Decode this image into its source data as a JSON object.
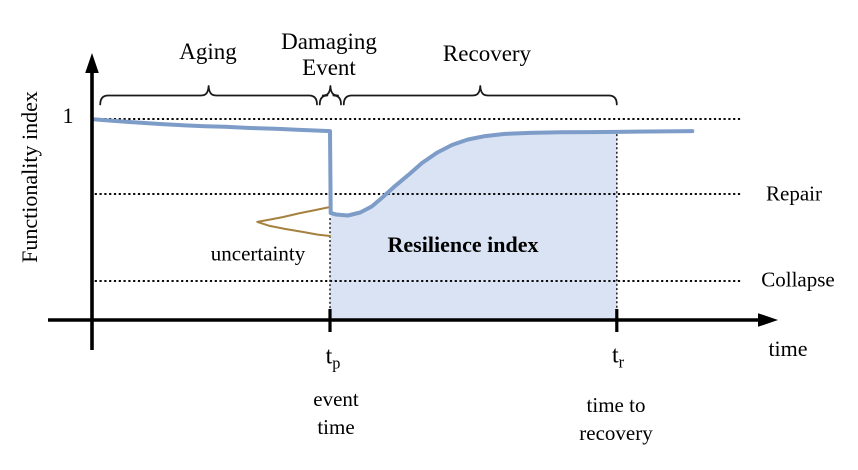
{
  "figure": {
    "y_axis_label": "Functionality index",
    "x_axis_label": "time",
    "y_tick_one": "1",
    "phase_labels": {
      "aging": "Aging",
      "damaging_event": "Damaging\nEvent",
      "recovery": "Recovery"
    },
    "level_labels": {
      "repair": "Repair",
      "collapse": "Collapse"
    },
    "annotations": {
      "uncertainty": "uncertainty",
      "resilience_index": "Resilience index"
    },
    "markers": {
      "tp": {
        "base": "t",
        "sub": "p",
        "caption": "event\ntime"
      },
      "tr": {
        "base": "t",
        "sub": "r",
        "caption": "time to\nrecovery"
      }
    },
    "colors": {
      "curve": "#7d9cc8",
      "region_fill": "#dae3f3",
      "uncertainty": "#a5813f",
      "axis": "#000000",
      "dotted": "#0b0b0b",
      "text": "#000000"
    }
  },
  "chart_data": {
    "type": "line",
    "title": "",
    "xlabel": "time",
    "ylabel": "Functionality index",
    "ylim": [
      0,
      1.08
    ],
    "grid": false,
    "description": "Conceptual resilience curve: functionality index slowly declines during aging, drops suddenly at the damaging event time tp, then gradually recovers until time tr. Shaded area between tp and tr is the resilience index; sideways bell curve at tp shows uncertainty of event time.",
    "phases": [
      {
        "label": "Aging",
        "x_range": [
          0.012,
          0.328
        ]
      },
      {
        "label": "Damaging Event",
        "x_range": [
          0.332,
          0.363
        ]
      },
      {
        "label": "Recovery",
        "x_range": [
          0.367,
          0.765
        ]
      }
    ],
    "reference_lines": [
      {
        "label": "1",
        "y": 1.0,
        "x_range": [
          0.004,
          0.945
        ]
      },
      {
        "label": "Repair",
        "y": 0.627,
        "x_range": [
          0.004,
          0.945
        ]
      },
      {
        "label": "Collapse",
        "y": 0.194,
        "x_range": [
          0.004,
          0.948
        ]
      }
    ],
    "time_markers": {
      "tp": {
        "label": "tp",
        "caption": "event time",
        "x": 0.347,
        "curve_y": 0.507
      },
      "tr": {
        "label": "tr",
        "caption": "time to recovery",
        "x": 0.765,
        "curve_y": 0.925
      }
    },
    "shaded_region": {
      "label": "Resilience index",
      "x_from": 0.347,
      "x_to": 0.765
    },
    "series": [
      {
        "name": "Functionality",
        "x": [
          0.004,
          0.034,
          0.063,
          0.099,
          0.136,
          0.165,
          0.194,
          0.23,
          0.267,
          0.303,
          0.325,
          0.347,
          0.348,
          0.356,
          0.373,
          0.391,
          0.408,
          0.424,
          0.442,
          0.461,
          0.481,
          0.503,
          0.525,
          0.548,
          0.573,
          0.602,
          0.638,
          0.682,
          0.726,
          0.765,
          0.813,
          0.875
        ],
        "y": [
          0.998,
          0.99,
          0.983,
          0.975,
          0.968,
          0.964,
          0.961,
          0.955,
          0.951,
          0.946,
          0.943,
          0.94,
          0.532,
          0.525,
          0.52,
          0.535,
          0.565,
          0.612,
          0.667,
          0.721,
          0.781,
          0.833,
          0.871,
          0.898,
          0.915,
          0.926,
          0.931,
          0.934,
          0.935,
          0.936,
          0.938,
          0.94
        ]
      }
    ],
    "uncertainty_curve": {
      "x": [
        0.347,
        0.325,
        0.303,
        0.278,
        0.257,
        0.241,
        0.259,
        0.281,
        0.308,
        0.329,
        0.347
      ],
      "y": [
        0.562,
        0.547,
        0.532,
        0.512,
        0.498,
        0.488,
        0.468,
        0.453,
        0.438,
        0.425,
        0.418
      ]
    }
  }
}
